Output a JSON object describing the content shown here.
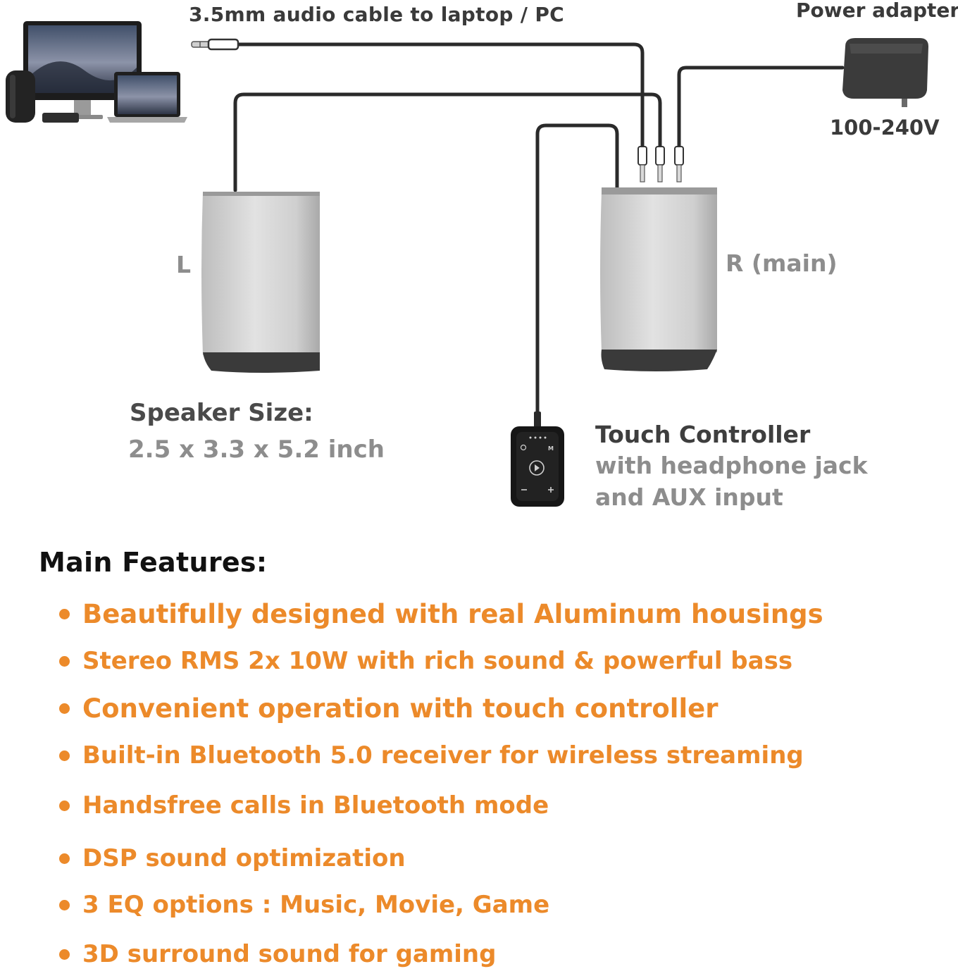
{
  "diagram": {
    "cable_label": "3.5mm audio cable to laptop / PC",
    "power_label": "Power adapter",
    "voltage_label": "100-240V",
    "left_speaker_label": "L",
    "right_speaker_label": "R (main)",
    "speaker_size_title": "Speaker Size:",
    "speaker_size_value": "2.5 x 3.3 x 5.2 inch",
    "controller_title": "Touch Controller",
    "controller_line2": "with headphone jack",
    "controller_line3": "and AUX input",
    "controller_button_label": "M"
  },
  "features": {
    "heading": "Main Features:",
    "items": [
      "Beautifully designed with real Aluminum housings",
      "Stereo RMS 2x 10W with rich sound & powerful bass",
      "Convenient operation with touch controller",
      "Built-in Bluetooth 5.0 receiver for wireless streaming",
      "Handsfree calls in Bluetooth mode",
      "DSP sound optimization",
      "3 EQ options : Music, Movie, Game",
      "3D surround sound for gaming"
    ]
  },
  "colors": {
    "accent": "#ec8a2a",
    "heading": "#111111",
    "label_dark": "#3a3a3a",
    "label_gray": "#8d8d8d",
    "cable": "#2a2a2a",
    "aluminum": "#c9c9c9",
    "speaker_base": "#3a3a3a"
  },
  "icons": [
    "computer-devices-icon",
    "audio-jack-icon",
    "power-adapter-icon",
    "touch-controller-icon"
  ]
}
